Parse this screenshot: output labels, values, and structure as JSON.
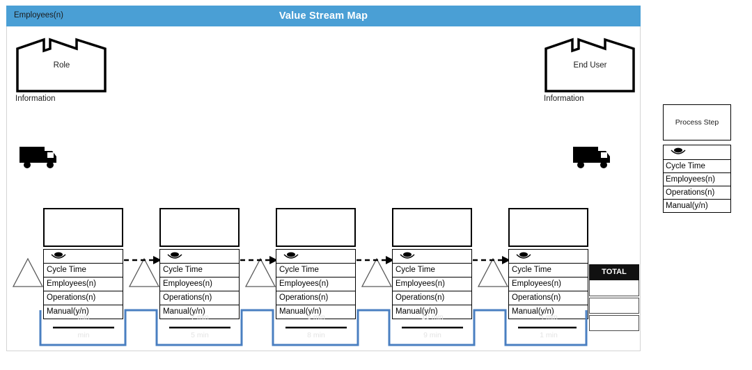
{
  "header": {
    "left_label": "Employees(n)",
    "title": "Value Stream Map",
    "bar_color": "#4a9fd5"
  },
  "supplier": {
    "label": "Role",
    "info_label": "Information",
    "icon": "factory-icon"
  },
  "customer": {
    "label": "End User",
    "info_label": "Information",
    "icon": "factory-icon"
  },
  "shipping": {
    "inbound_icon": "truck-icon",
    "outbound_icon": "truck-icon"
  },
  "row_labels": {
    "cycle_time": "Cycle Time",
    "employees": "Employees(n)",
    "operations": "Operations(n)",
    "manual": "Manual(y/n)",
    "icon": "eye-icon"
  },
  "process_steps": [
    {
      "name": "",
      "cycle_time": "Cycle Time",
      "employees": "Employees(n)",
      "operations": "Operations(n)",
      "manual": "Manual(y/n)"
    },
    {
      "name": "",
      "cycle_time": "Cycle Time",
      "employees": "Employees(n)",
      "operations": "Operations(n)",
      "manual": "Manual(y/n)"
    },
    {
      "name": "",
      "cycle_time": "Cycle Time",
      "employees": "Employees(n)",
      "operations": "Operations(n)",
      "manual": "Manual(y/n)"
    },
    {
      "name": "",
      "cycle_time": "Cycle Time",
      "employees": "Employees(n)",
      "operations": "Operations(n)",
      "manual": "Manual(y/n)"
    },
    {
      "name": "",
      "cycle_time": "Cycle Time",
      "employees": "Employees(n)",
      "operations": "Operations(n)",
      "manual": "Manual(y/n)"
    }
  ],
  "timeline": {
    "value_added": [
      "min",
      "7 min",
      "6 min",
      "10 min",
      "4 min"
    ],
    "non_value_added": [
      "min",
      "5 min",
      "8 min",
      "9 min",
      "1 min"
    ],
    "line_color": "#4a7fc1",
    "label_color": "#e3e3e3"
  },
  "total": {
    "label": "TOTAL",
    "rows": [
      "",
      "",
      ""
    ]
  },
  "legend": {
    "process_step_label": "Process Step",
    "icon": "eye-icon",
    "rows": [
      "Cycle Time",
      "Employees(n)",
      "Operations(n)",
      "Manual(y/n)"
    ]
  }
}
